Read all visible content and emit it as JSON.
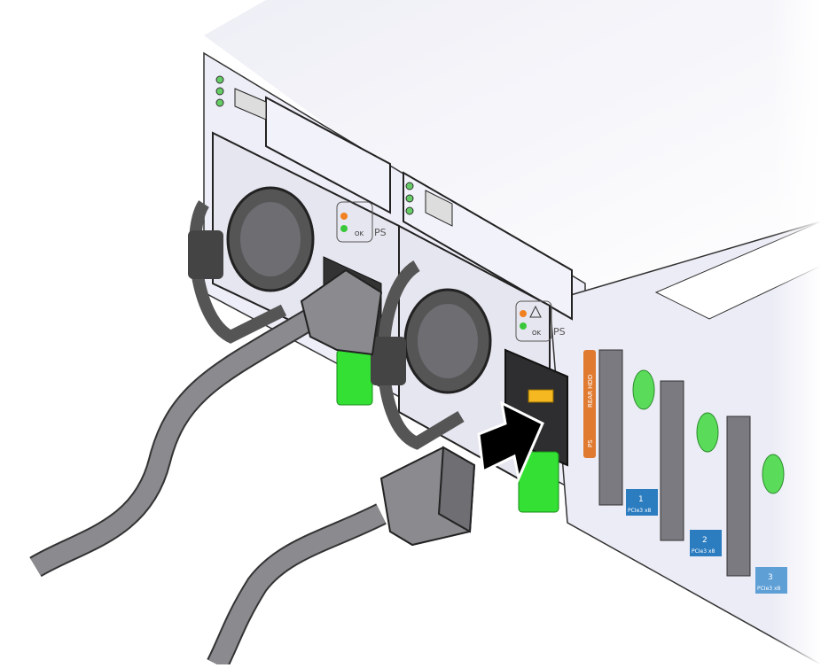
{
  "labels": {
    "psu_label": "PS",
    "ok_label": "OK",
    "rear_hdd_label": "REAR HDD",
    "ps_tab_label": "PS",
    "pcie_slots": [
      {
        "number": "1",
        "type": "PCIe3 x8"
      },
      {
        "number": "2",
        "type": "PCIe3 x8"
      },
      {
        "number": "3",
        "type": "PCIe3 x8"
      }
    ]
  },
  "colors": {
    "chassis": "#eeeef8",
    "cable": "#8a8a8f",
    "latch_green": "#33e033",
    "led_amber": "#f08020",
    "led_green": "#3ac83a",
    "orange_tab": "#e07a30",
    "pcie_blue": "#2c7cc0",
    "arrow": "#000000",
    "connector_pin": "#f5b820"
  },
  "icons": [
    "warning-triangle-icon",
    "insert-arrow-icon",
    "fan-icon"
  ]
}
